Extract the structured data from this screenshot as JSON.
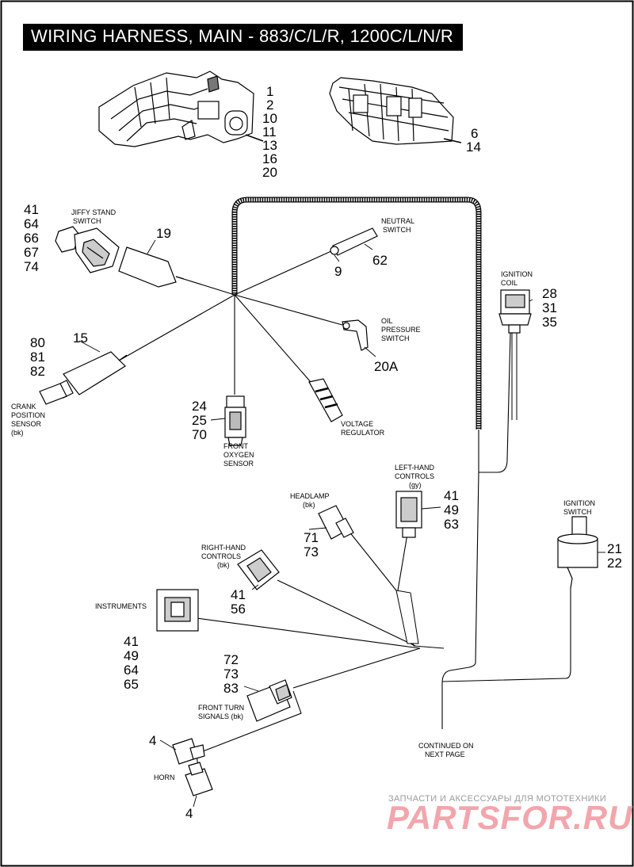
{
  "title": "WIRING HARNESS, MAIN - 883/C/L/R, 1200C/L/N/R",
  "callouts": {
    "top_left": [
      "1",
      "2",
      "10",
      "11",
      "13",
      "16",
      "20"
    ],
    "top_right": [
      "6",
      "14"
    ],
    "jiffy": [
      "41",
      "64",
      "66",
      "67",
      "74"
    ],
    "boot19": "19",
    "neutral_9": "9",
    "neutral_62": "62",
    "ignition_coil": [
      "28",
      "31",
      "35"
    ],
    "crank": [
      "80",
      "81",
      "82"
    ],
    "boot15": "15",
    "oil_20a": "20A",
    "front_o2": [
      "24",
      "25",
      "70"
    ],
    "left_controls": [
      "41",
      "49",
      "63"
    ],
    "headlamp": [
      "71",
      "73"
    ],
    "ignition_switch": [
      "21",
      "22"
    ],
    "rh_controls": [
      "41",
      "56"
    ],
    "instruments": [
      "41",
      "49",
      "64",
      "65"
    ],
    "turn_signals": [
      "72",
      "73",
      "83"
    ],
    "horn_top": "4",
    "horn_bottom": "4"
  },
  "labels": {
    "jiffy": [
      "JIFFY STAND",
      "SWITCH"
    ],
    "neutral": [
      "NEUTRAL",
      "SWITCH"
    ],
    "ignition_coil": [
      "IGNITION",
      "COIL"
    ],
    "oil": [
      "OIL",
      "PRESSURE",
      "SWITCH"
    ],
    "crank": [
      "CRANK",
      "POSITION",
      "SENSOR",
      "(bk)"
    ],
    "front_o2": [
      "FRONT",
      "OXYGEN",
      "SENSOR"
    ],
    "voltage": [
      "VOLTAGE",
      "REGULATOR"
    ],
    "left_controls": [
      "LEFT-HAND",
      "CONTROLS",
      "(gy)"
    ],
    "headlamp": [
      "HEADLAMP",
      "(bk)"
    ],
    "ignition_switch": [
      "IGNITION",
      "SWITCH"
    ],
    "rh_controls": [
      "RIGHT-HAND",
      "CONTROLS",
      "(bk)"
    ],
    "instruments": "INSTRUMENTS",
    "turn_signals": [
      "FRONT TURN",
      "SIGNALS (bk)"
    ],
    "continued": [
      "CONTINUED ON",
      "NEXT PAGE"
    ],
    "horn": "HORN"
  },
  "watermark": {
    "top": "ЗАПЧАСТИ И АКСЕССУАРЫ ДЛЯ МОТОТЕХНИКИ",
    "brand": "PARTSFOR.RU"
  }
}
